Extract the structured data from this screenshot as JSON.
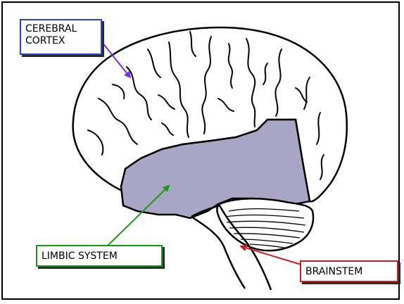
{
  "labels": {
    "cerebral_cortex_line1": "CEREBRAL",
    "cerebral_cortex_line2": "CORTEX",
    "limbic_system": "LIMBIC SYSTEM",
    "brainstem": "BRAINSTEM"
  },
  "colors": {
    "cortex_arrow": "#7b2fd8",
    "cortex_box_border": "#2b3fd0",
    "limbic_arrow": "#1a9a1a",
    "brainstem_arrow": "#d01c1c",
    "limbic_fill": "#a8a6c4",
    "outline": "#000000"
  }
}
